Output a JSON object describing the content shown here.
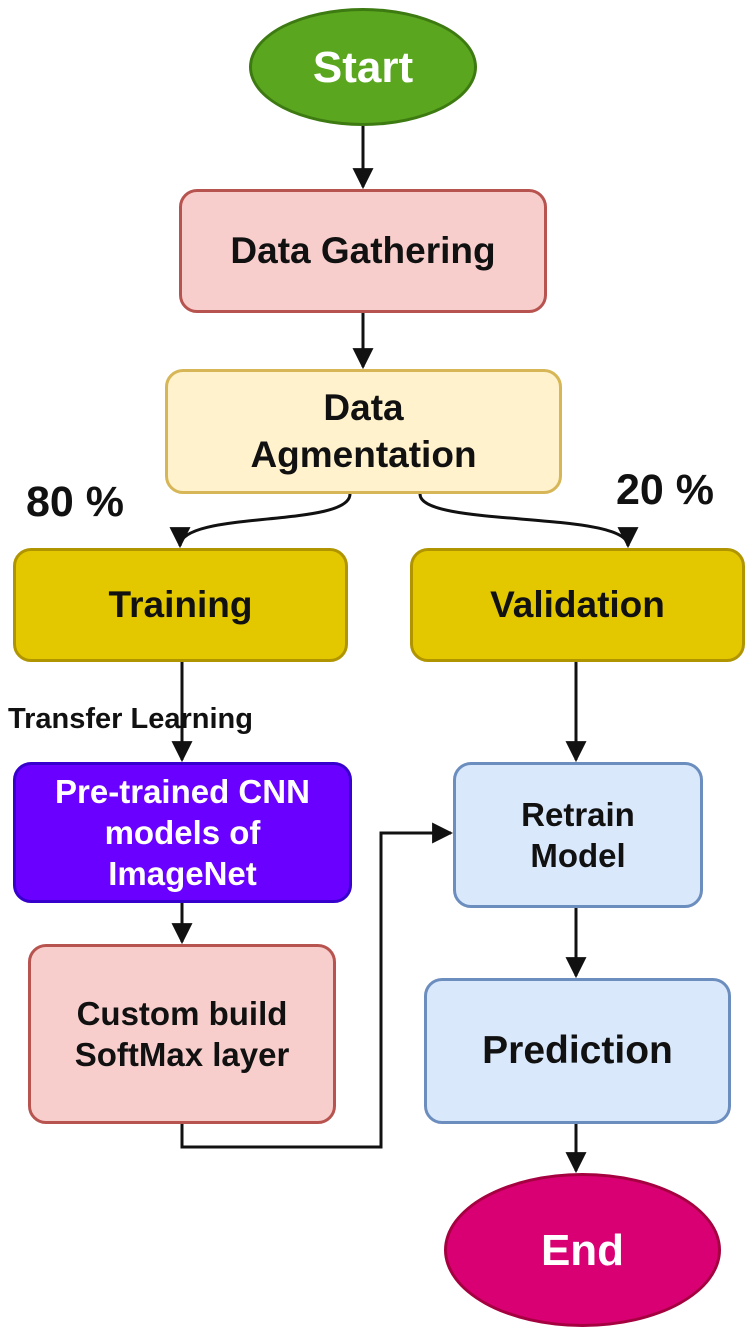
{
  "nodes": {
    "start": "Start",
    "data_gathering": "Data Gathering",
    "data_augmentation": "Data\nAgmentation",
    "training": "Training",
    "validation": "Validation",
    "pretrained_cnn": "Pre-trained CNN\nmodels of\nImageNet",
    "custom_softmax": "Custom build\nSoftMax layer",
    "retrain_model": "Retrain\nModel",
    "prediction": "Prediction",
    "end": "End"
  },
  "edge_labels": {
    "training_split": "80 %",
    "validation_split": "20 %",
    "transfer_learning": "Transfer Learning"
  },
  "colors": {
    "start": "#5aa61e",
    "data_gathering": "#f8cecc",
    "data_augmentation": "#fff2cc",
    "training": "#e3c800",
    "validation": "#e3c800",
    "pretrained_cnn": "#6a00ff",
    "custom_softmax": "#f8cecc",
    "retrain_model": "#dae8fc",
    "prediction": "#dae8fc",
    "end": "#d80073",
    "connector": "#111111"
  }
}
